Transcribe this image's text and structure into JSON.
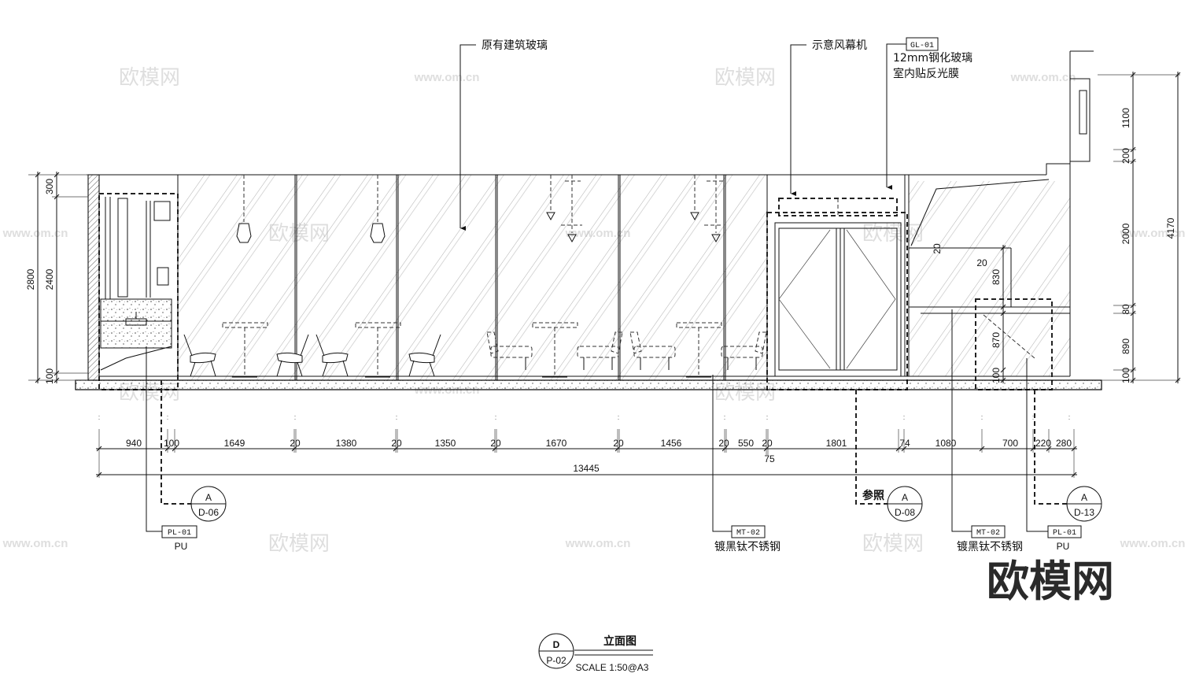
{
  "labels": {
    "existing_glass": "原有建筑玻璃",
    "air_curtain": "示意风幕机",
    "glass_code": "GL-01",
    "glass_spec_line1": "12mm钢化玻璃",
    "glass_spec_line2": "室内贴反光膜",
    "refer": "参照"
  },
  "dims": {
    "left": {
      "top": "300",
      "mid": "2400",
      "bottom": "100",
      "total": "2800"
    },
    "right": {
      "a": "1100",
      "b": "200",
      "c": "2000",
      "d": "80",
      "e": "890",
      "f": "100",
      "total": "4170"
    },
    "inner": {
      "a": "20",
      "b": "20",
      "c": "830",
      "d": "870",
      "e": "100"
    },
    "bottom": [
      "940",
      "100",
      "1649",
      "20",
      "1380",
      "20",
      "1350",
      "20",
      "1670",
      "20",
      "1456",
      "20",
      "550",
      "20",
      "1801",
      "74",
      "1080",
      "700",
      "220",
      "280"
    ],
    "sub": "75",
    "total": "13445"
  },
  "callouts": {
    "detail_d06": {
      "letter": "A",
      "sheet": "D-06"
    },
    "detail_d08": {
      "letter": "A",
      "sheet": "D-08"
    },
    "detail_d13": {
      "letter": "A",
      "sheet": "D-13"
    },
    "material_left": {
      "code": "PL-01",
      "name": "PU"
    },
    "material_mid": {
      "code": "MT-02",
      "name": "镀黑钛不锈钢"
    },
    "material_right": {
      "code": "MT-02",
      "name": "镀黑钛不锈钢"
    },
    "material_far_right": {
      "code": "PL-01",
      "name": "PU"
    }
  },
  "title": {
    "letter": "D",
    "sheet": "P-02",
    "name": "立面图",
    "scale": "SCALE 1:50@A3"
  },
  "watermark": {
    "logo": "欧模网",
    "site": "www.om.cn"
  }
}
